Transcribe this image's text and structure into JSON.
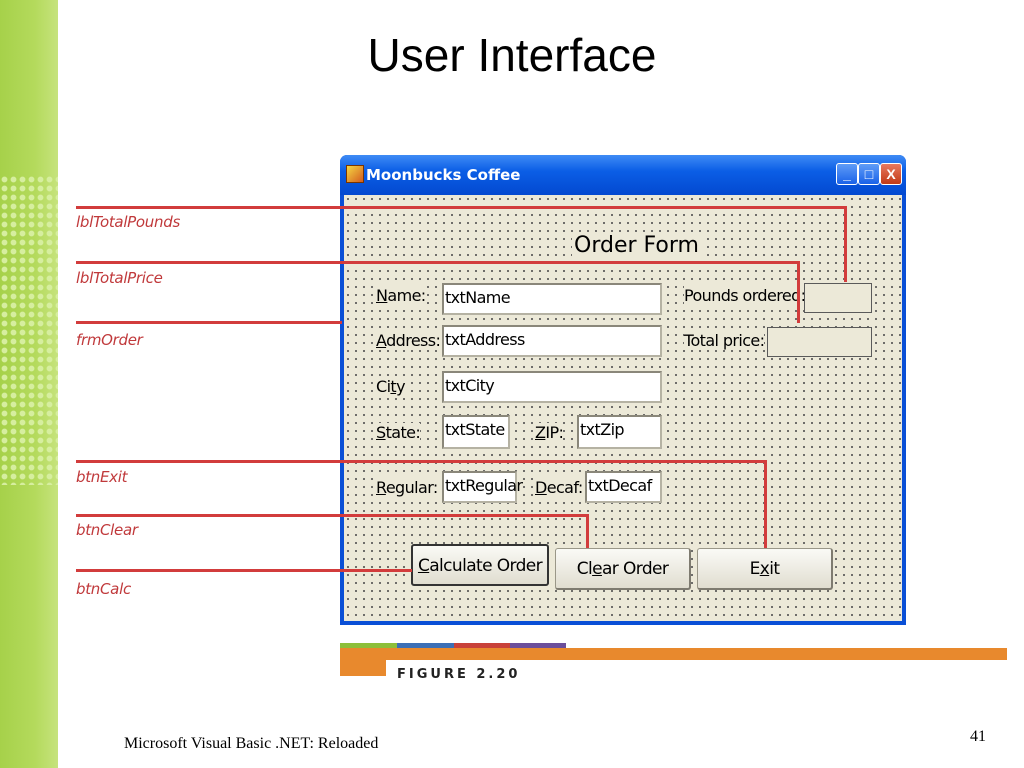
{
  "slide": {
    "title": "User Interface",
    "footer": "Microsoft Visual Basic .NET: Reloaded",
    "page_number": "41",
    "figure_caption": "FIGURE 2.20"
  },
  "callouts": [
    {
      "name": "lblTotalPounds"
    },
    {
      "name": "lblTotalPrice"
    },
    {
      "name": "frmOrder"
    },
    {
      "name": "btnExit"
    },
    {
      "name": "btnClear"
    },
    {
      "name": "btnCalc"
    }
  ],
  "window": {
    "title": "Moonbucks Coffee",
    "controls": {
      "minimize": "_",
      "maximize": "□",
      "close": "X"
    }
  },
  "form": {
    "heading": "Order Form",
    "labels": {
      "name": "Name:",
      "address": "Address:",
      "city": "City",
      "state": "State:",
      "zip": "ZIP:",
      "regular": "Regular:",
      "decaf": "Decaf:",
      "pounds_ordered": "Pounds ordered:",
      "total_price": "Total price:"
    },
    "textboxes": {
      "name": "txtName",
      "address": "txtAddress",
      "city": "txtCity",
      "state": "txtState",
      "zip": "txtZip",
      "regular": "txtRegular",
      "decaf": "txtDecaf"
    },
    "buttons": {
      "calculate": "Calculate Order",
      "clear": "Clear Order",
      "exit": "Exit"
    }
  },
  "colors": {
    "accent_green": "#a6d14a",
    "callout_red": "#d23c3c",
    "xp_blue": "#0349d0",
    "form_bg": "#ece9d8",
    "stripe_green": "#8dbf3a",
    "stripe_blue": "#3b6fb6",
    "stripe_red": "#c8413a",
    "stripe_purple": "#6b4e9b",
    "bar_orange": "#e8892d"
  }
}
